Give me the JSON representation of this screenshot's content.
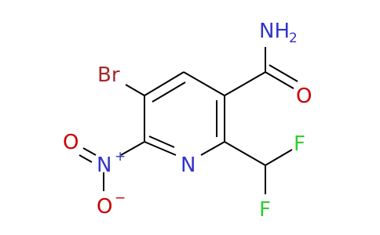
{
  "atoms": {
    "amide_n": "NH",
    "amide_n_subscript": "2",
    "carbonyl_o": "O",
    "bromine": "Br",
    "ring_n": "N",
    "fluorine_top": "F",
    "fluorine_bottom": "F",
    "nitro_n": "N",
    "nitro_n_charge": "+",
    "nitro_o_top": "O",
    "nitro_o_bottom": "O",
    "nitro_o_charge": "−"
  },
  "colors": {
    "carbon_bonds": "#000000",
    "nitrogen": "#3333cc",
    "oxygen": "#cc0000",
    "bromine": "#a62929",
    "fluorine": "#33cc33"
  }
}
